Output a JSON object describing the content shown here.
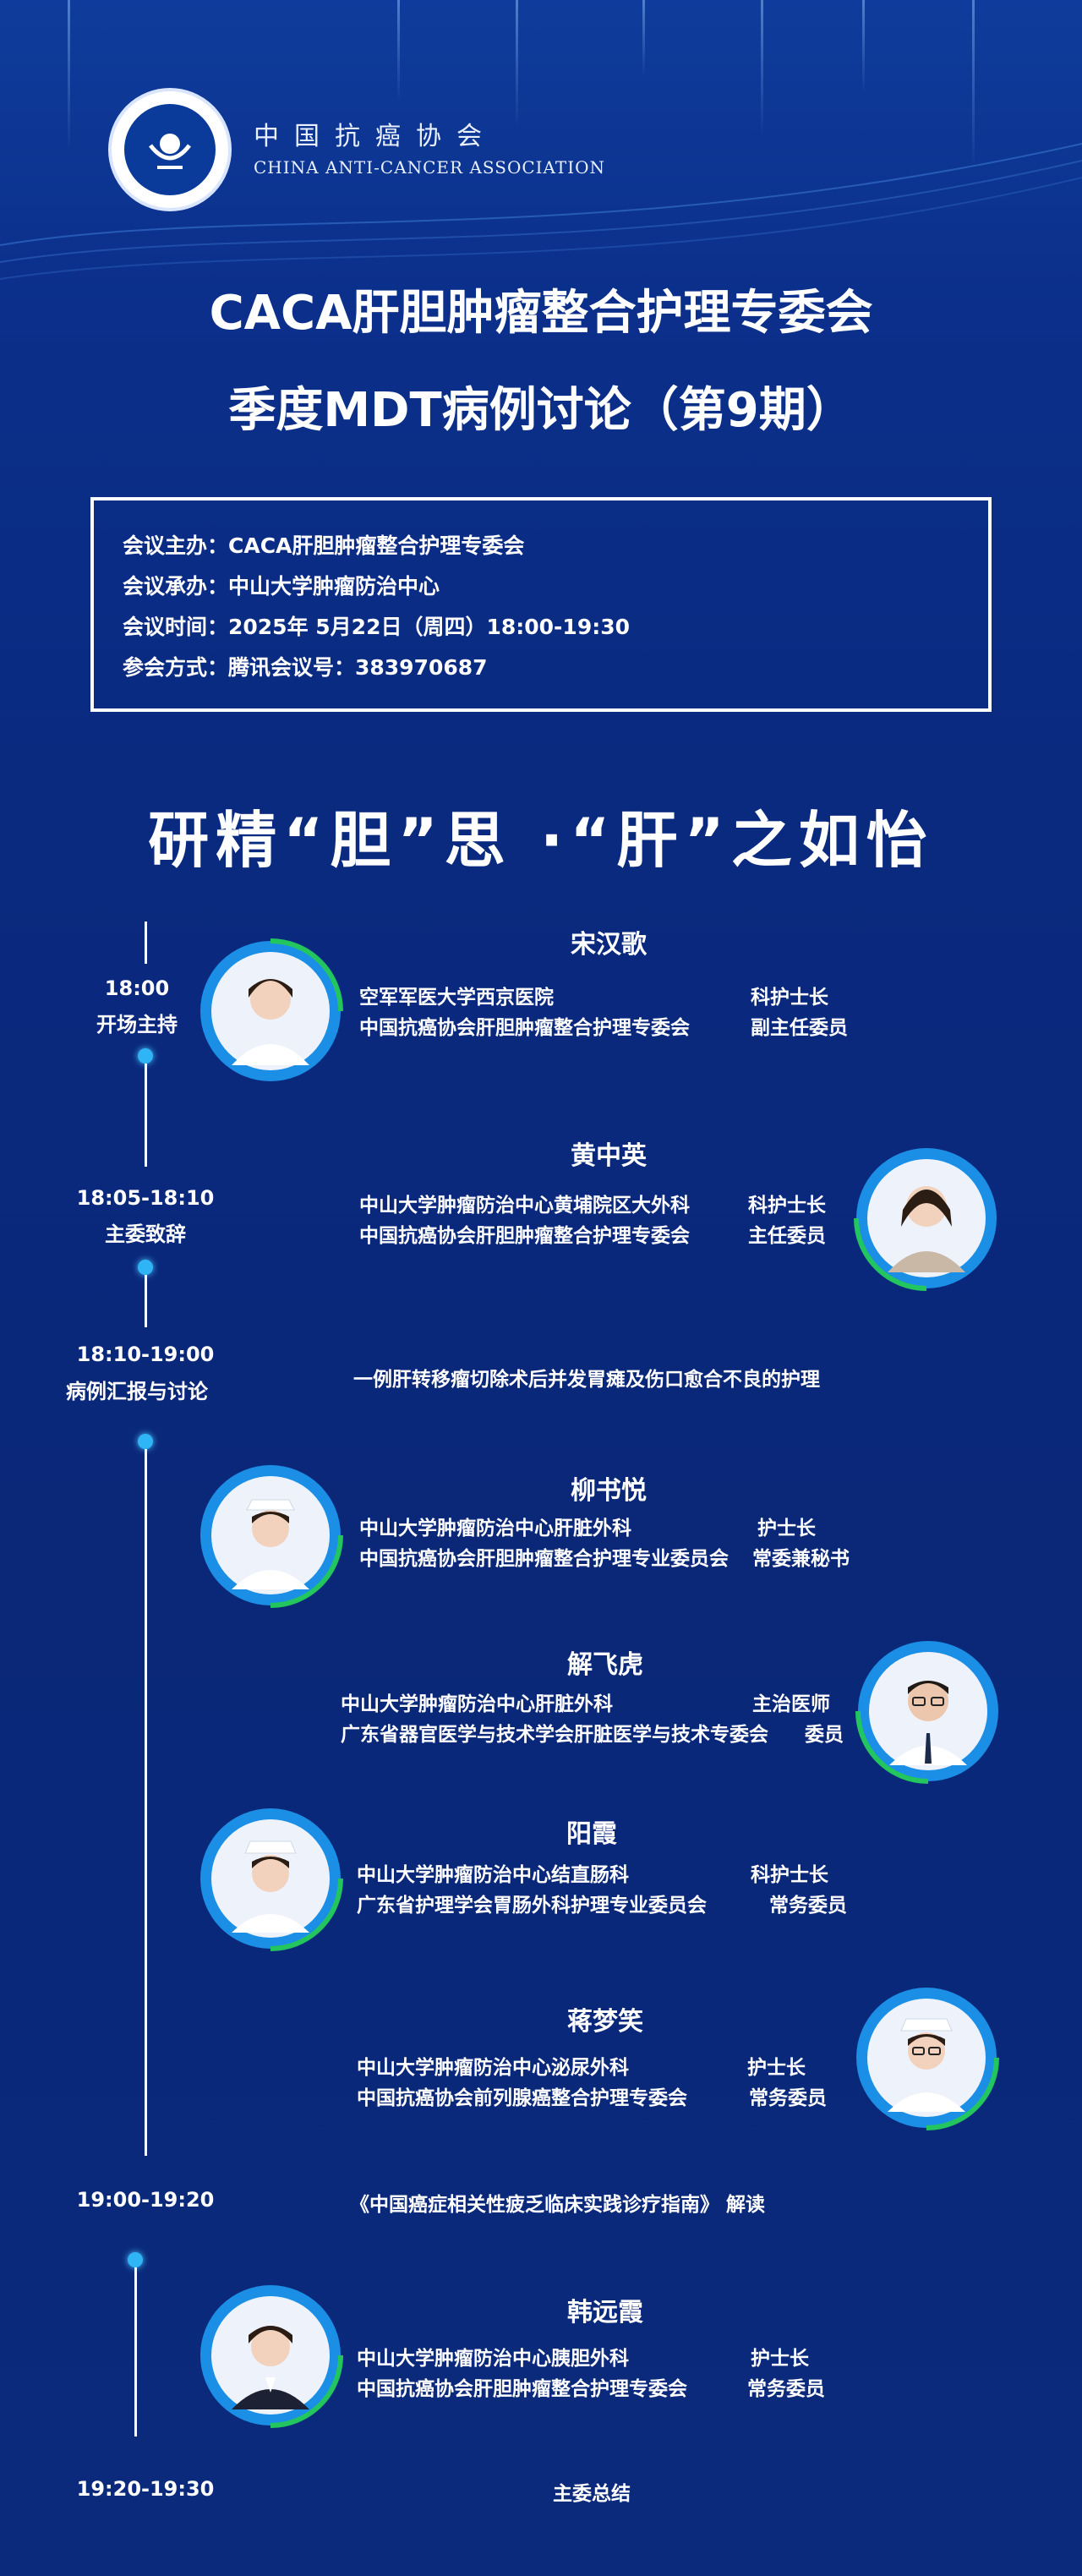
{
  "header": {
    "org_name_cn": "中国抗癌协会",
    "org_name_en": "CHINA ANTI-CANCER ASSOCIATION",
    "title_line1": "CACA肝胆肿瘤整合护理专委会",
    "title_line2": "季度MDT病例讨论（第9期）"
  },
  "info": {
    "host": "会议主办：CACA肝胆肿瘤整合护理专委会",
    "organizer": "会议承办：中山大学肿瘤防治中心",
    "time": "会议时间：2025年 5月22日（周四）18:00-19:30",
    "method": "参会方式：腾讯会议号：383970687"
  },
  "slogan": "研精“胆”思 ·“肝”之如怡",
  "schedule": [
    {
      "time": "18:00",
      "label": "开场主持"
    },
    {
      "time": "18:05-18:10",
      "label": "主委致辞"
    },
    {
      "time": "18:10-19:00",
      "label": "病例汇报与讨论",
      "topic": "一例肝转移瘤切除术后并发胃瘫及伤口愈合不良的护理"
    },
    {
      "time": "19:00-19:20",
      "topic": "《中国癌症相关性疲乏临床实践诊疗指南》 解读"
    },
    {
      "time": "19:20-19:30",
      "topic": "主委总结"
    }
  ],
  "speakers": [
    {
      "name": "宋汉歌",
      "org1": "空军军医大学西京医院",
      "role1": "科护士长",
      "org2": "中国抗癌协会肝胆肿瘤整合护理专委会",
      "role2": "副主任委员"
    },
    {
      "name": "黄中英",
      "org1": "中山大学肿瘤防治中心黄埔院区大外科",
      "role1": "科护士长",
      "org2": "中国抗癌协会肝胆肿瘤整合护理专委会",
      "role2": "主任委员"
    },
    {
      "name": "柳书悦",
      "org1": "中山大学肿瘤防治中心肝脏外科",
      "role1": "护士长",
      "org2": "中国抗癌协会肝胆肿瘤整合护理专业委员会",
      "role2": "常委兼秘书"
    },
    {
      "name": "解飞虎",
      "org1": "中山大学肿瘤防治中心肝脏外科",
      "role1": "主治医师",
      "org2": "广东省器官医学与技术学会肝脏医学与技术专委会",
      "role2": "委员"
    },
    {
      "name": "阳霞",
      "org1": "中山大学肿瘤防治中心结直肠科",
      "role1": "科护士长",
      "org2": "广东省护理学会胃肠外科护理专业委员会",
      "role2": "常务委员"
    },
    {
      "name": "蒋梦笑",
      "org1": "中山大学肿瘤防治中心泌尿外科",
      "role1": "护士长",
      "org2": "中国抗癌协会前列腺癌整合护理专委会",
      "role2": "常务委员"
    },
    {
      "name": "韩远霞",
      "org1": "中山大学肿瘤防治中心胰胆外科",
      "role1": "护士长",
      "org2": "中国抗癌协会肝胆肿瘤整合护理专委会",
      "role2": "常务委员"
    }
  ],
  "colors": {
    "background": "#0a2a80",
    "accent_blue": "#2fb5f5",
    "accent_green": "#22c55e",
    "text": "#ffffff"
  }
}
